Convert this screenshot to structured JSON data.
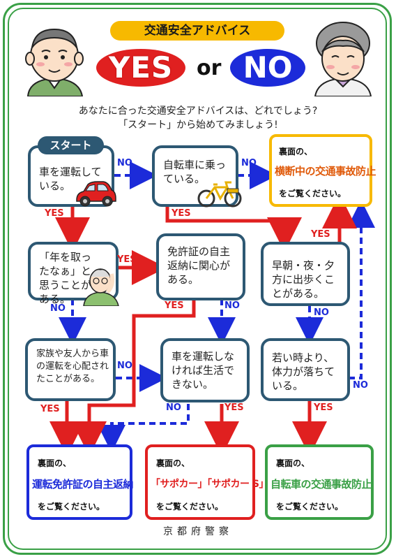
{
  "header": {
    "title": "交通安全アドバイス",
    "yes": "YES",
    "or": "or",
    "no": "NO"
  },
  "intro": {
    "line1": "あなたに合った交通安全アドバイスは、どれでしょう?",
    "line2": "「スタート」から始めてみましょう!"
  },
  "start_label": "スタート",
  "questions": {
    "q1": "車を運転している。",
    "q2": "自転車に乗っている。",
    "q3": "「年を取ったなぁ」と思うことがある。",
    "q4": "免許証の自主返納に関心がある。",
    "q5": "早朝・夜・夕方に出歩くことがある。",
    "q6": "家族や友人から車の運転を心配されたことがある。",
    "q7": "車を運転しなければ生活できない。",
    "q8": "若い時より、体力が落ちている。"
  },
  "results": {
    "prefix": "裏面の、",
    "suffix": "をご覧ください。",
    "r_top": "横断中の交通事故防止",
    "r_left": "運転免許証の自主返納",
    "r_mid": "「サポカー」「サポカー S」",
    "r_right": "自転車の交通事故防止"
  },
  "labels": {
    "yes": "YES",
    "no": "NO"
  },
  "colors": {
    "frame": "#3aa046",
    "box_border": "#2d5873",
    "yes_red": "#e02020",
    "no_blue": "#1c2bd9",
    "title_yellow": "#f7b900"
  },
  "footer": "京都府警察"
}
